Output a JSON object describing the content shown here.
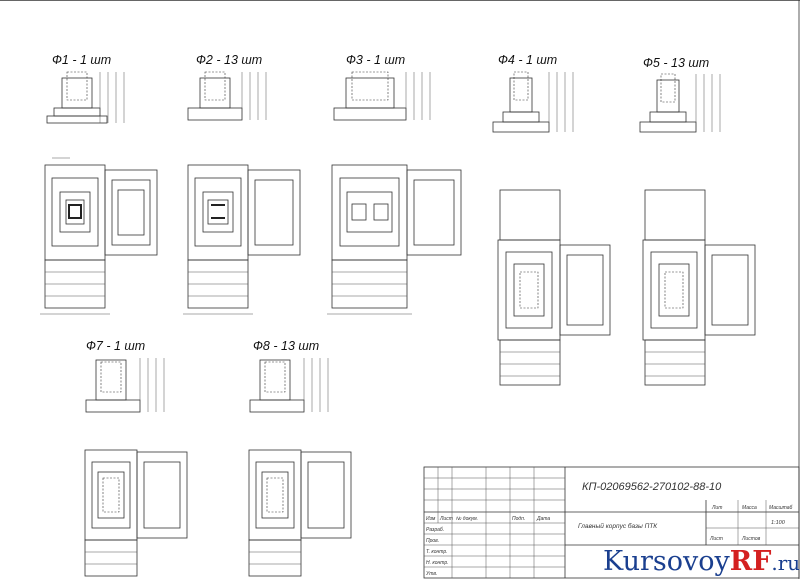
{
  "drawing": {
    "foundations": [
      {
        "id": "f1",
        "label": "Ф1 - 1 шт"
      },
      {
        "id": "f2",
        "label": "Ф2 - 13 шт"
      },
      {
        "id": "f3",
        "label": "Ф3 - 1 шт"
      },
      {
        "id": "f4",
        "label": "Ф4 - 1 шт"
      },
      {
        "id": "f5",
        "label": "Ф5 - 13 шт"
      },
      {
        "id": "f7",
        "label": "Ф7 - 1 шт"
      },
      {
        "id": "f8",
        "label": "Ф8 - 13 шт"
      }
    ]
  },
  "title_block": {
    "code": "КП-02069562-270102-88-10",
    "object_name": "Главный корпус базы ПТК",
    "headers": [
      "Лит",
      "Масса",
      "Масштаб"
    ],
    "scale": "1:100",
    "sheet": "Лист",
    "sheets": "Листов",
    "row_labels": [
      "Изм",
      "Лист",
      "№ докум.",
      "Подп.",
      "Дата"
    ],
    "people": [
      "Разраб.",
      "Пров.",
      "Т. контр.",
      "Н. контр.",
      "Утв."
    ]
  },
  "watermark": {
    "brand_part1": "Kursovoy",
    "brand_part2": "RF",
    "brand_part3": ".ru",
    "brand_color": "#1a3f8f",
    "accent_color": "#d42020"
  }
}
